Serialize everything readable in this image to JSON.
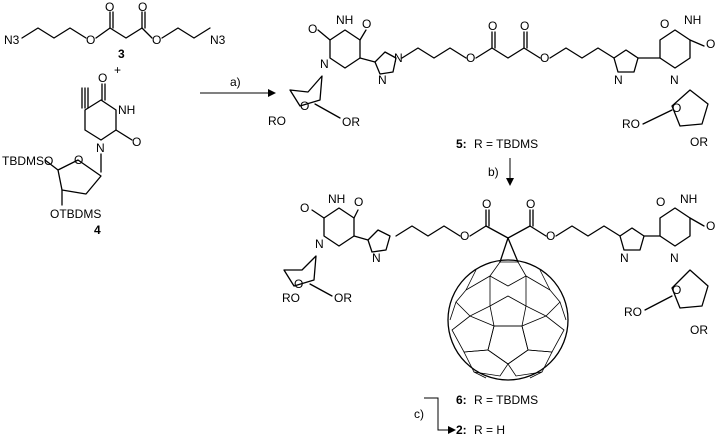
{
  "compounds": {
    "c3": {
      "number": "3"
    },
    "c4": {
      "number": "4"
    },
    "c5": {
      "number": "5:",
      "r_label": "R = TBDMS"
    },
    "c6": {
      "number": "6:",
      "r_label": "R = TBDMS"
    },
    "c2": {
      "number": "2:",
      "r_label": "R = H"
    }
  },
  "plus": "+",
  "steps": {
    "a": "a)",
    "b": "b)",
    "c": "c)"
  },
  "atoms": {
    "N3": "N3",
    "O": "O",
    "N": "N",
    "NH": "NH",
    "RO": "RO",
    "OR": "OR",
    "TBDMSO": "TBDMSO",
    "OTBDMS": "OTBDMS"
  }
}
